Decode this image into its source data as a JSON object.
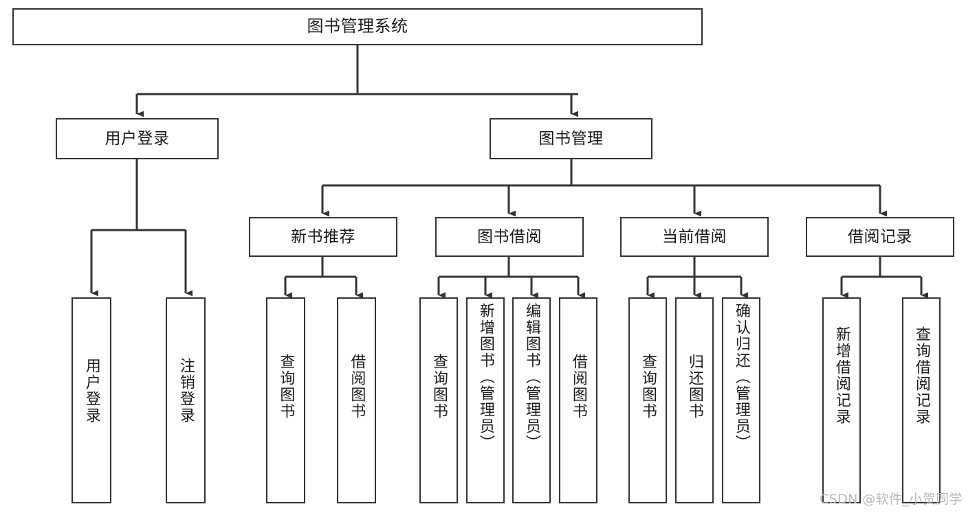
{
  "diagram": {
    "title": "图书管理系统",
    "type": "tree",
    "watermark": "CSDN @软件_小贺同学",
    "colors": {
      "stroke": "#333333",
      "box_fill": "#ffffff",
      "text": "#1b1b1b",
      "background": "#ffffff",
      "watermark": "#b8b8b8"
    },
    "levels": {
      "root": [
        "图书管理系统"
      ],
      "level2": [
        "用户登录",
        "图书管理"
      ],
      "level3": [
        "新书推荐",
        "图书借阅",
        "当前借阅",
        "借阅记录"
      ],
      "leaves": [
        "用户登录",
        "注销登录",
        "查询图书",
        "借阅图书",
        "查询图书",
        "新增图书（管理员）",
        "编辑图书（管理员）",
        "借阅图书",
        "查询图书",
        "归还图书",
        "确认归还（管理员）",
        "新增借阅记录",
        "查询借阅记录"
      ]
    },
    "nodes": {
      "root": {
        "label": "图书管理系统"
      },
      "user_login": {
        "label": "用户登录"
      },
      "book_manage": {
        "label": "图书管理"
      },
      "new_book_rec": {
        "label": "新书推荐"
      },
      "book_borrow": {
        "label": "图书借阅"
      },
      "current_borrow": {
        "label": "当前借阅"
      },
      "borrow_record": {
        "label": "借阅记录"
      },
      "leaf_user_login": {
        "label": "用户登录"
      },
      "leaf_logout": {
        "label": "注销登录"
      },
      "leaf_query_book_1": {
        "label": "查询图书"
      },
      "leaf_borrow_book_1": {
        "label": "借阅图书"
      },
      "leaf_query_book_2": {
        "label": "查询图书"
      },
      "leaf_add_book": {
        "label": "新增图书（管理员）"
      },
      "leaf_edit_book": {
        "label": "编辑图书（管理员）"
      },
      "leaf_borrow_book_2": {
        "label": "借阅图书"
      },
      "leaf_query_book_3": {
        "label": "查询图书"
      },
      "leaf_return_book": {
        "label": "归还图书"
      },
      "leaf_confirm_return": {
        "label": "确认归还（管理员）"
      },
      "leaf_add_record": {
        "label": "新增借阅记录"
      },
      "leaf_query_record": {
        "label": "查询借阅记录"
      }
    },
    "edges": [
      {
        "from": "root",
        "to": "user_login"
      },
      {
        "from": "root",
        "to": "book_manage"
      },
      {
        "from": "user_login",
        "to": "leaf_user_login"
      },
      {
        "from": "user_login",
        "to": "leaf_logout"
      },
      {
        "from": "book_manage",
        "to": "new_book_rec"
      },
      {
        "from": "book_manage",
        "to": "book_borrow"
      },
      {
        "from": "book_manage",
        "to": "current_borrow"
      },
      {
        "from": "book_manage",
        "to": "borrow_record"
      },
      {
        "from": "new_book_rec",
        "to": "leaf_query_book_1"
      },
      {
        "from": "new_book_rec",
        "to": "leaf_borrow_book_1"
      },
      {
        "from": "book_borrow",
        "to": "leaf_query_book_2"
      },
      {
        "from": "book_borrow",
        "to": "leaf_add_book"
      },
      {
        "from": "book_borrow",
        "to": "leaf_edit_book"
      },
      {
        "from": "book_borrow",
        "to": "leaf_borrow_book_2"
      },
      {
        "from": "current_borrow",
        "to": "leaf_query_book_3"
      },
      {
        "from": "current_borrow",
        "to": "leaf_return_book"
      },
      {
        "from": "current_borrow",
        "to": "leaf_confirm_return"
      },
      {
        "from": "borrow_record",
        "to": "leaf_add_record"
      },
      {
        "from": "borrow_record",
        "to": "leaf_query_record"
      }
    ]
  }
}
